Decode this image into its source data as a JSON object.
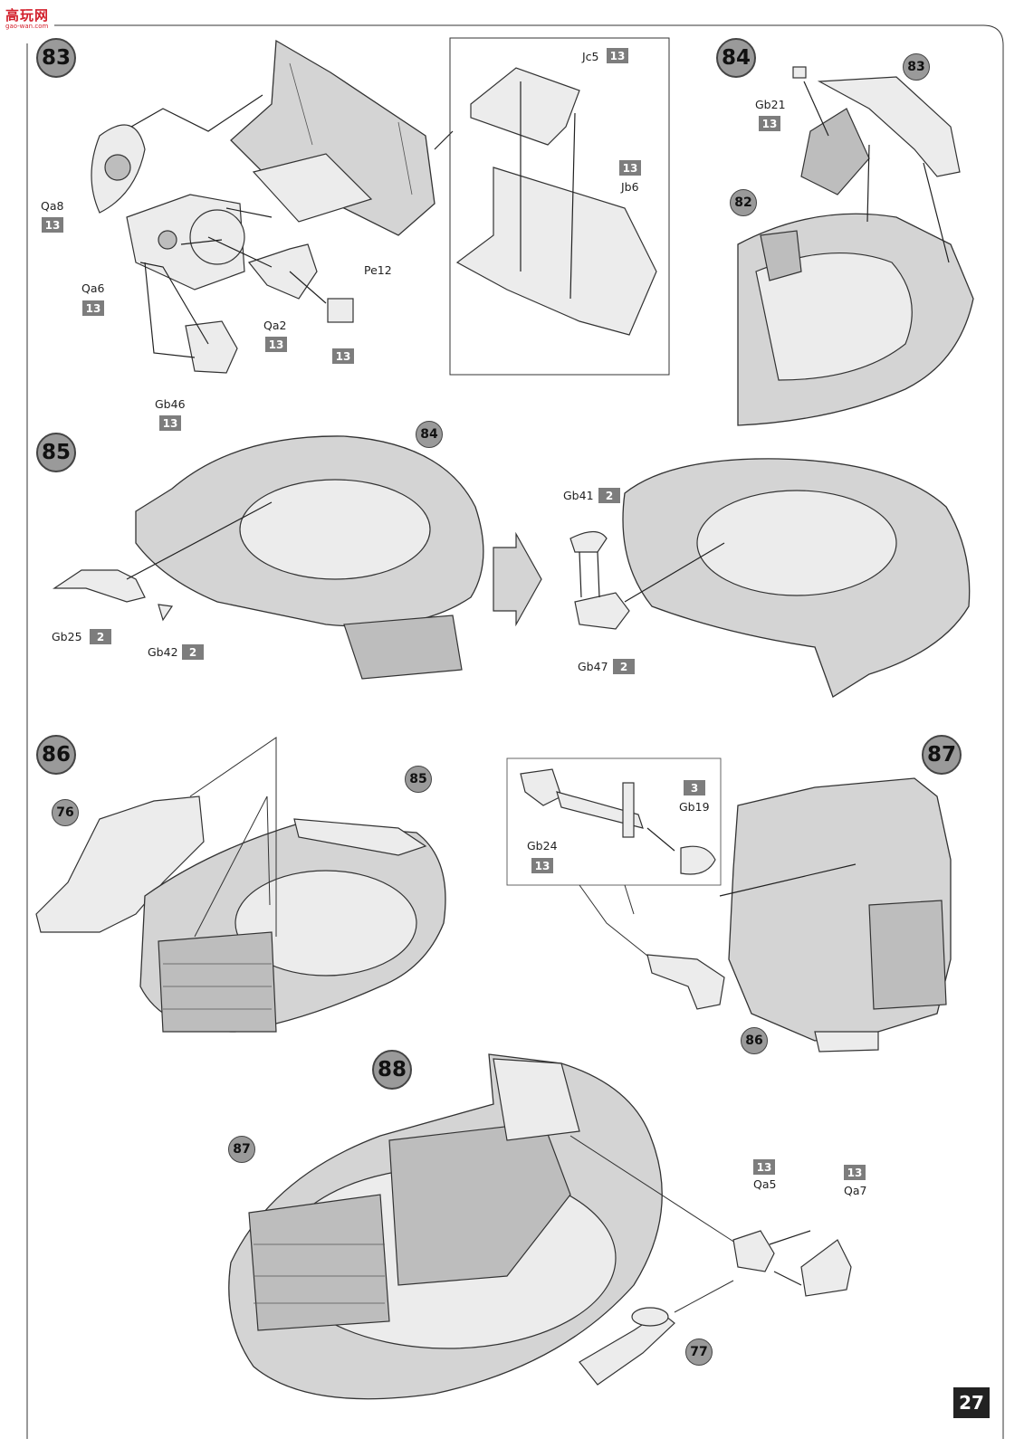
{
  "watermark": {
    "title": "高玩网",
    "subtitle": "gao-wan.com"
  },
  "page_number": "27",
  "steps": {
    "s83": {
      "number": "83",
      "parts": {
        "qa8": "Qa8",
        "qa6": "Qa6",
        "qa2": "Qa2",
        "pe12": "Pe12",
        "gb46": "Gb46",
        "jc5": "Jc5",
        "jb6": "Jb6"
      },
      "sprues": {
        "qa8": "13",
        "qa6": "13",
        "qa2": "13",
        "pe12": "13",
        "gb46": "13",
        "jc5": "13",
        "jb6": "13"
      }
    },
    "s84": {
      "number": "84",
      "refs": {
        "a": "83",
        "b": "82"
      },
      "parts": {
        "gb21": "Gb21"
      },
      "sprues": {
        "gb21": "13"
      }
    },
    "s85": {
      "number": "85",
      "refs": {
        "a": "84"
      },
      "parts": {
        "gb25": "Gb25",
        "gb42": "Gb42",
        "gb41": "Gb41",
        "gb47": "Gb47"
      },
      "sprues": {
        "gb25": "2",
        "gb42": "2",
        "gb41": "2",
        "gb47": "2"
      }
    },
    "s86": {
      "number": "86",
      "refs": {
        "a": "76",
        "b": "85"
      }
    },
    "s87": {
      "number": "87",
      "refs": {
        "a": "86"
      },
      "parts": {
        "gb24": "Gb24",
        "gb19": "Gb19"
      },
      "sprues": {
        "gb24": "13",
        "gb19": "3"
      }
    },
    "s88": {
      "number": "88",
      "refs": {
        "a": "87",
        "b": "77"
      },
      "parts": {
        "qa5": "Qa5",
        "qa7": "Qa7"
      },
      "sprues": {
        "qa5": "13",
        "qa7": "13"
      }
    }
  }
}
